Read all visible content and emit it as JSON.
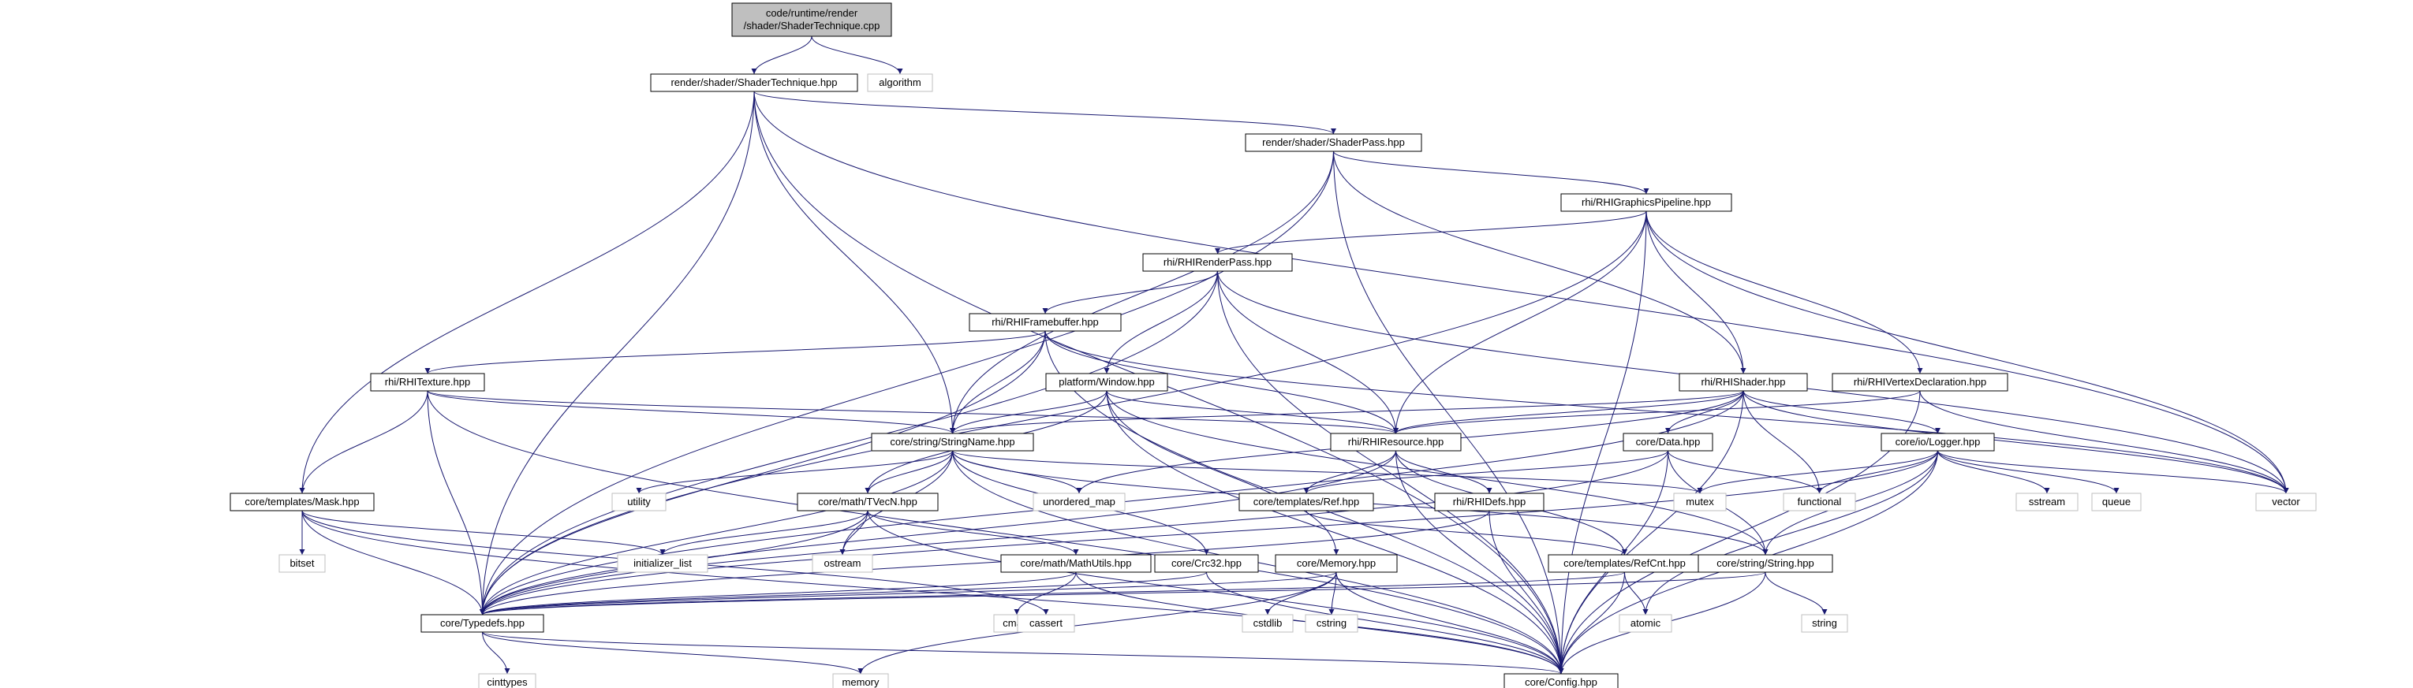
{
  "colors": {
    "edge": "#191970",
    "node_border": "#000000",
    "root_fill": "#bfbfbf",
    "node_fill": "#ffffff",
    "system_border": "#bfbfbf"
  },
  "graph": {
    "nodes": [
      {
        "id": "root",
        "lines": [
          "code/runtime/render",
          "/shader/ShaderTechnique.cpp"
        ],
        "kind": "root"
      },
      {
        "id": "shadertechnique",
        "lines": [
          "render/shader/ShaderTechnique.hpp"
        ],
        "kind": "header"
      },
      {
        "id": "algorithm",
        "lines": [
          "algorithm"
        ],
        "kind": "system"
      },
      {
        "id": "shaderpass",
        "lines": [
          "render/shader/ShaderPass.hpp"
        ],
        "kind": "header"
      },
      {
        "id": "graphicspipeline",
        "lines": [
          "rhi/RHIGraphicsPipeline.hpp"
        ],
        "kind": "header"
      },
      {
        "id": "renderpass",
        "lines": [
          "rhi/RHIRenderPass.hpp"
        ],
        "kind": "header"
      },
      {
        "id": "framebuffer",
        "lines": [
          "rhi/RHIFramebuffer.hpp"
        ],
        "kind": "header"
      },
      {
        "id": "window",
        "lines": [
          "platform/Window.hpp"
        ],
        "kind": "header"
      },
      {
        "id": "rhitexture",
        "lines": [
          "rhi/RHITexture.hpp"
        ],
        "kind": "header"
      },
      {
        "id": "rhishader",
        "lines": [
          "rhi/RHIShader.hpp"
        ],
        "kind": "header"
      },
      {
        "id": "vertexdecl",
        "lines": [
          "rhi/RHIVertexDeclaration.hpp"
        ],
        "kind": "header"
      },
      {
        "id": "stringname",
        "lines": [
          "core/string/StringName.hpp"
        ],
        "kind": "header"
      },
      {
        "id": "rhiresource",
        "lines": [
          "rhi/RHIResource.hpp"
        ],
        "kind": "header"
      },
      {
        "id": "data",
        "lines": [
          "core/Data.hpp"
        ],
        "kind": "header"
      },
      {
        "id": "logger",
        "lines": [
          "core/io/Logger.hpp"
        ],
        "kind": "header"
      },
      {
        "id": "mask",
        "lines": [
          "core/templates/Mask.hpp"
        ],
        "kind": "header"
      },
      {
        "id": "utility",
        "lines": [
          "utility"
        ],
        "kind": "system"
      },
      {
        "id": "unordered_map",
        "lines": [
          "unordered_map"
        ],
        "kind": "system"
      },
      {
        "id": "ref",
        "lines": [
          "core/templates/Ref.hpp"
        ],
        "kind": "header"
      },
      {
        "id": "mutex",
        "lines": [
          "mutex"
        ],
        "kind": "system"
      },
      {
        "id": "functional",
        "lines": [
          "functional"
        ],
        "kind": "system"
      },
      {
        "id": "sstream",
        "lines": [
          "sstream"
        ],
        "kind": "system"
      },
      {
        "id": "queue",
        "lines": [
          "queue"
        ],
        "kind": "system"
      },
      {
        "id": "vector",
        "lines": [
          "vector"
        ],
        "kind": "system"
      },
      {
        "id": "tvecn",
        "lines": [
          "core/math/TVecN.hpp"
        ],
        "kind": "header"
      },
      {
        "id": "rhidefs",
        "lines": [
          "rhi/RHIDefs.hpp"
        ],
        "kind": "header"
      },
      {
        "id": "bitset",
        "lines": [
          "bitset"
        ],
        "kind": "system"
      },
      {
        "id": "initializer_list",
        "lines": [
          "initializer_list"
        ],
        "kind": "system"
      },
      {
        "id": "ostream",
        "lines": [
          "ostream"
        ],
        "kind": "system"
      },
      {
        "id": "mathutils",
        "lines": [
          "core/math/MathUtils.hpp"
        ],
        "kind": "header"
      },
      {
        "id": "crc32",
        "lines": [
          "core/Crc32.hpp"
        ],
        "kind": "header"
      },
      {
        "id": "memoryhpp",
        "lines": [
          "core/Memory.hpp"
        ],
        "kind": "header"
      },
      {
        "id": "refcnt",
        "lines": [
          "core/templates/RefCnt.hpp"
        ],
        "kind": "header"
      },
      {
        "id": "string_hpp",
        "lines": [
          "core/string/String.hpp"
        ],
        "kind": "header"
      },
      {
        "id": "typedefs",
        "lines": [
          "core/Typedefs.hpp"
        ],
        "kind": "header"
      },
      {
        "id": "cmath",
        "lines": [
          "cmath"
        ],
        "kind": "system"
      },
      {
        "id": "cassert",
        "lines": [
          "cassert"
        ],
        "kind": "system"
      },
      {
        "id": "cstdlib",
        "lines": [
          "cstdlib"
        ],
        "kind": "system"
      },
      {
        "id": "cstring",
        "lines": [
          "cstring"
        ],
        "kind": "system"
      },
      {
        "id": "atomic",
        "lines": [
          "atomic"
        ],
        "kind": "system"
      },
      {
        "id": "string_sys",
        "lines": [
          "string"
        ],
        "kind": "system"
      },
      {
        "id": "cinttypes",
        "lines": [
          "cinttypes"
        ],
        "kind": "system"
      },
      {
        "id": "memory_sys",
        "lines": [
          "memory"
        ],
        "kind": "system"
      },
      {
        "id": "config",
        "lines": [
          "core/Config.hpp"
        ],
        "kind": "header"
      }
    ],
    "edges": [
      [
        "root",
        "shadertechnique"
      ],
      [
        "root",
        "algorithm"
      ],
      [
        "shadertechnique",
        "shaderpass"
      ],
      [
        "shadertechnique",
        "typedefs"
      ],
      [
        "shadertechnique",
        "mask"
      ],
      [
        "shadertechnique",
        "stringname"
      ],
      [
        "shadertechnique",
        "vector"
      ],
      [
        "shadertechnique",
        "config"
      ],
      [
        "shaderpass",
        "graphicspipeline"
      ],
      [
        "shaderpass",
        "typedefs"
      ],
      [
        "shaderpass",
        "stringname"
      ],
      [
        "shaderpass",
        "rhishader"
      ],
      [
        "shaderpass",
        "config"
      ],
      [
        "graphicspipeline",
        "renderpass"
      ],
      [
        "graphicspipeline",
        "rhishader"
      ],
      [
        "graphicspipeline",
        "vertexdecl"
      ],
      [
        "graphicspipeline",
        "rhiresource"
      ],
      [
        "graphicspipeline",
        "typedefs"
      ],
      [
        "graphicspipeline",
        "vector"
      ],
      [
        "graphicspipeline",
        "config"
      ],
      [
        "renderpass",
        "framebuffer"
      ],
      [
        "renderpass",
        "window"
      ],
      [
        "renderpass",
        "rhiresource"
      ],
      [
        "renderpass",
        "typedefs"
      ],
      [
        "renderpass",
        "vector"
      ],
      [
        "renderpass",
        "config"
      ],
      [
        "framebuffer",
        "rhitexture"
      ],
      [
        "framebuffer",
        "stringname"
      ],
      [
        "framebuffer",
        "rhiresource"
      ],
      [
        "framebuffer",
        "typedefs"
      ],
      [
        "framebuffer",
        "vector"
      ],
      [
        "framebuffer",
        "config"
      ],
      [
        "window",
        "stringname"
      ],
      [
        "window",
        "tvecn"
      ],
      [
        "window",
        "string_hpp"
      ],
      [
        "window",
        "memoryhpp"
      ],
      [
        "window",
        "config"
      ],
      [
        "rhitexture",
        "mask"
      ],
      [
        "rhitexture",
        "stringname"
      ],
      [
        "rhitexture",
        "rhiresource"
      ],
      [
        "rhitexture",
        "typedefs"
      ],
      [
        "rhitexture",
        "config"
      ],
      [
        "rhishader",
        "stringname"
      ],
      [
        "rhishader",
        "rhiresource"
      ],
      [
        "rhishader",
        "data"
      ],
      [
        "rhishader",
        "logger"
      ],
      [
        "rhishader",
        "functional"
      ],
      [
        "rhishader",
        "unordered_map"
      ],
      [
        "rhishader",
        "typedefs"
      ],
      [
        "rhishader",
        "vector"
      ],
      [
        "rhishader",
        "config"
      ],
      [
        "vertexdecl",
        "rhiresource"
      ],
      [
        "vertexdecl",
        "vector"
      ],
      [
        "vertexdecl",
        "config"
      ],
      [
        "stringname",
        "string_hpp"
      ],
      [
        "stringname",
        "utility"
      ],
      [
        "stringname",
        "unordered_map"
      ],
      [
        "stringname",
        "mutex"
      ],
      [
        "stringname",
        "ostream"
      ],
      [
        "stringname",
        "crc32"
      ],
      [
        "stringname",
        "typedefs"
      ],
      [
        "stringname",
        "config"
      ],
      [
        "rhiresource",
        "ref"
      ],
      [
        "rhiresource",
        "rhidefs"
      ],
      [
        "rhiresource",
        "refcnt"
      ],
      [
        "rhiresource",
        "typedefs"
      ],
      [
        "rhiresource",
        "config"
      ],
      [
        "data",
        "ref"
      ],
      [
        "data",
        "string_hpp"
      ],
      [
        "data",
        "functional"
      ],
      [
        "data",
        "typedefs"
      ],
      [
        "data",
        "config"
      ],
      [
        "logger",
        "string_hpp"
      ],
      [
        "logger",
        "mutex"
      ],
      [
        "logger",
        "functional"
      ],
      [
        "logger",
        "sstream"
      ],
      [
        "logger",
        "queue"
      ],
      [
        "logger",
        "vector"
      ],
      [
        "logger",
        "atomic"
      ],
      [
        "logger",
        "typedefs"
      ],
      [
        "logger",
        "config"
      ],
      [
        "mask",
        "typedefs"
      ],
      [
        "mask",
        "bitset"
      ],
      [
        "mask",
        "initializer_list"
      ],
      [
        "mask",
        "cassert"
      ],
      [
        "mask",
        "config"
      ],
      [
        "ref",
        "refcnt"
      ],
      [
        "tvecn",
        "mathutils"
      ],
      [
        "tvecn",
        "initializer_list"
      ],
      [
        "tvecn",
        "ostream"
      ],
      [
        "tvecn",
        "typedefs"
      ],
      [
        "tvecn",
        "config"
      ],
      [
        "rhidefs",
        "typedefs"
      ],
      [
        "rhidefs",
        "config"
      ],
      [
        "mathutils",
        "typedefs"
      ],
      [
        "mathutils",
        "cmath"
      ],
      [
        "mathutils",
        "config"
      ],
      [
        "crc32",
        "typedefs"
      ],
      [
        "crc32",
        "config"
      ],
      [
        "memoryhpp",
        "typedefs"
      ],
      [
        "memoryhpp",
        "cstdlib"
      ],
      [
        "memoryhpp",
        "cstring"
      ],
      [
        "memoryhpp",
        "memory_sys"
      ],
      [
        "memoryhpp",
        "config"
      ],
      [
        "refcnt",
        "typedefs"
      ],
      [
        "refcnt",
        "atomic"
      ],
      [
        "refcnt",
        "config"
      ],
      [
        "string_hpp",
        "typedefs"
      ],
      [
        "string_hpp",
        "string_sys"
      ],
      [
        "string_hpp",
        "config"
      ],
      [
        "typedefs",
        "cinttypes"
      ],
      [
        "typedefs",
        "memory_sys"
      ],
      [
        "typedefs",
        "config"
      ],
      [
        "stringname",
        "tvecn"
      ],
      [
        "window",
        "rhiresource"
      ]
    ]
  }
}
